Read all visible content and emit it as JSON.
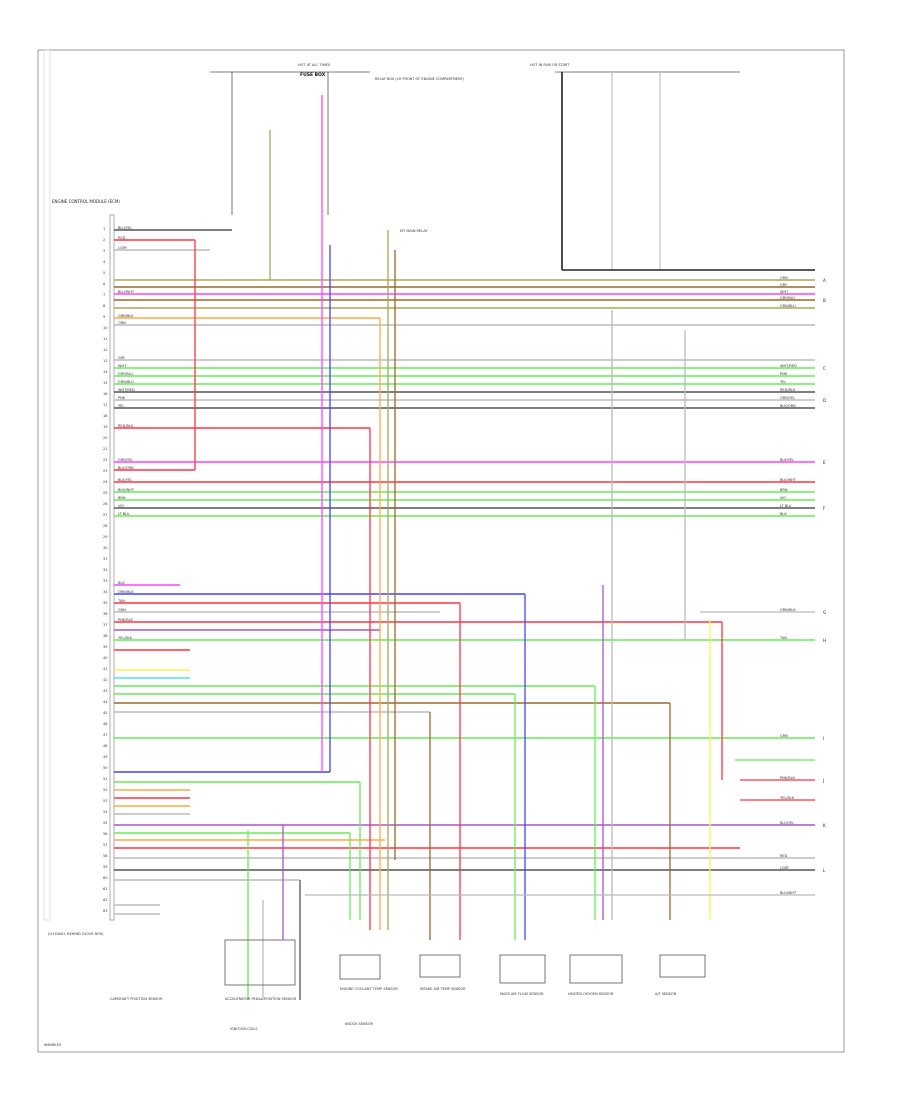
{
  "diagram": {
    "title": "",
    "footer_code": "W6V8K55",
    "ecm_label": "ENGINE CONTROL MODULE (ECM)",
    "ecm_lower_label": "(LH DASH, BEHIND GLOVE BOX)",
    "hot_at_all_times": "HOT AT ALL TIMES",
    "hot_run_start": "HOT IN RUN OR START",
    "fuse_box_label": "FUSE BOX",
    "relay_box_label": "RELAY BOX (LH FRONT OF ENGINE COMPARTMENT)",
    "efi_relay_label": "EFI MAIN RELAY",
    "components": [
      {
        "id": "c1",
        "label": "CAMSHAFT POSITION SENSOR"
      },
      {
        "id": "c2",
        "label": "ACCELERATOR PEDAL POSITION SENSOR"
      },
      {
        "id": "c3",
        "label": "ENGINE COOLANT TEMP SENSOR"
      },
      {
        "id": "c4",
        "label": "KNOCK SENSOR"
      },
      {
        "id": "c5",
        "label": "IGNITION COILS"
      },
      {
        "id": "c6",
        "label": "INTAKE AIR TEMP SENSOR"
      },
      {
        "id": "c7",
        "label": "MASS AIR FLOW SENSOR"
      },
      {
        "id": "c8",
        "label": "HEATED OXYGEN SENSOR"
      },
      {
        "id": "c9",
        "label": "A/F SENSOR"
      }
    ],
    "wire_labels": [
      "BLU/YEL",
      "RED",
      "LGRY",
      "BLU/WHT",
      "GRN/BLK",
      "ORN",
      "GRY",
      "WHT",
      "GRY/BLU",
      "GRN/BLU",
      "WHT/RED",
      "PNK",
      "YEL",
      "RED/BLK",
      "GRN/YEL",
      "BLK/ORN",
      "BLK/YEL",
      "BLK/WHT",
      "BRN",
      "VIO",
      "LT BLU",
      "BLK",
      "ORN/BLK",
      "TAN",
      "GRN",
      "PNK/BLK",
      "YEL/BLK"
    ],
    "connector_refs": [
      "A",
      "B",
      "C",
      "D",
      "E",
      "F",
      "G",
      "H",
      "I",
      "J",
      "K",
      "L"
    ],
    "colors": {
      "border": "#999999",
      "black": "#222222",
      "red": "#ff3344",
      "magenta": "#ff44ff",
      "blue": "#4444ff",
      "green": "#66ee55",
      "yellow": "#ffee55",
      "orange": "#ffaa44",
      "gray": "#bbbbbb",
      "olive": "#aaa855",
      "purple": "#aa55cc",
      "brown": "#9a6a2a",
      "cyan": "#55ddff",
      "darkgray": "#555555"
    }
  }
}
